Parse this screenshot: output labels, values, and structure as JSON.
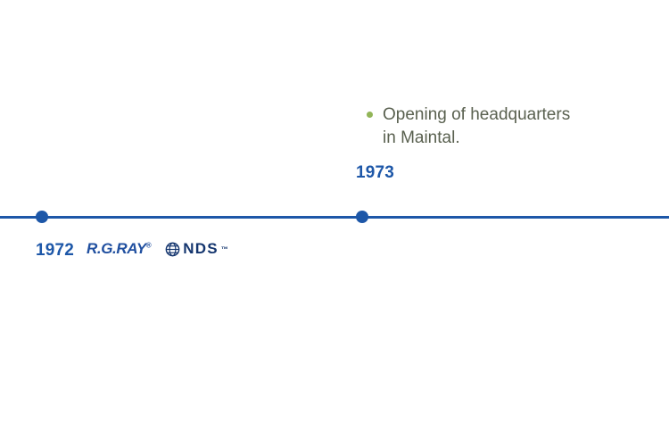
{
  "events": {
    "e1972": {
      "year": "1972"
    },
    "e1973": {
      "year": "1973",
      "description": "Opening of headquarters in Maintal."
    }
  },
  "logos": {
    "rgray": "R.G.RAY",
    "rgray_mark": "®",
    "nds": "NDS",
    "nds_mark": "™"
  },
  "colors": {
    "timeline_blue": "#1d57a8",
    "navy": "#14356e",
    "bullet_green": "#92b558",
    "text_green": "#5a6150"
  }
}
